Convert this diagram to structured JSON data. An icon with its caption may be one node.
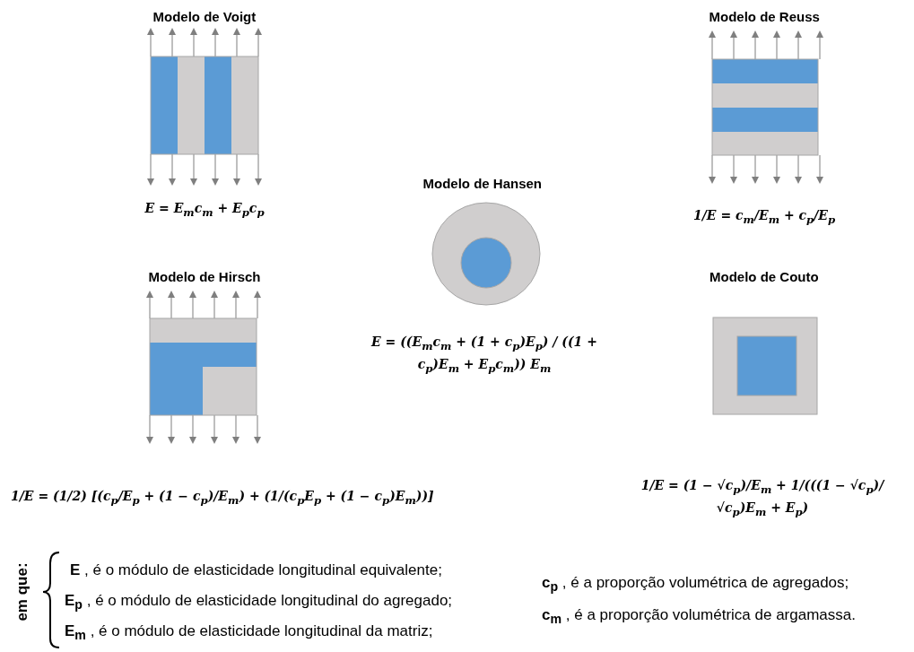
{
  "diagram": {
    "labels": [
      "Modelo de Voigt",
      "Modelo de Reuss",
      "E = E$_{m}$c$_{m}$ + E$_{p}$c$_{p}$",
      "Modelo de Hansen",
      "1/E = c$_{m}$/E$_{m}$ + c$_{p}$/E$_{p}$",
      "Modelo de Hirsch",
      "Modelo de Couto",
      "E = ((E$_{m}$c$_{m}$ + (1 + c$_{p}$)E$_{p}$) / ((1 + c$_{p}$)E$_{m}$ + E$_{p}$c$_{m}$)) E$_{m}$",
      "1/E = (1/2) [(c$_{p}$/E$_{p}$ + (1 − c$_{p}$)/E$_{m}$) + (1/(c$_{p}$E$_{p}$ + (1 − c$_{p}$)E$_{m}$))]",
      "1/E = (1 − √c$_{p}$)/E$_{m}$ + 1/(((1 − √c$_{p}$)/√c$_{p}$)E$_{m}$ + E$_{p}$)",
      "em que:",
      "**E** , é o módulo de elasticidade longitudinal equivalente;",
      "**E$_{p}$** , é o módulo de elasticidade longitudinal do agregado;",
      "**c$_{p}$** , é a proporção volumétrica de agregados;",
      "**E$_{m}$** , é o módulo de elasticidade longitudinal da matriz;",
      "**c$_{m}$** , é a proporção volumétrica de argamassa."
    ]
  }
}
